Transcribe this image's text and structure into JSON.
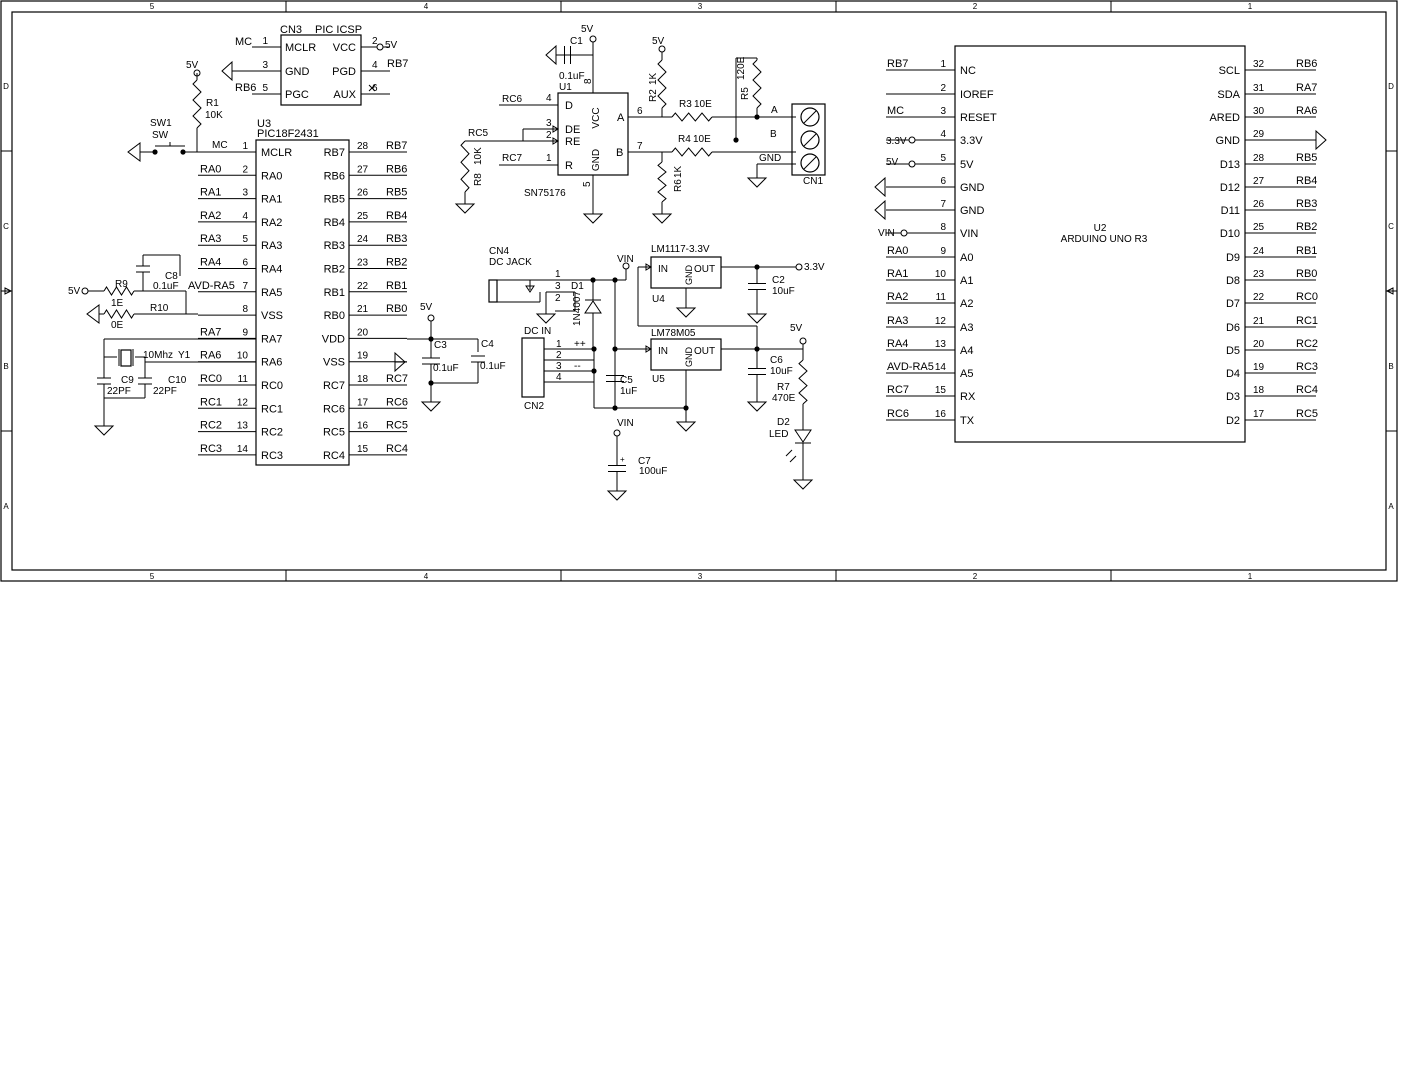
{
  "frame": {
    "columns_top": [
      "5",
      "4",
      "3",
      "2",
      "1"
    ],
    "columns_bottom": [
      "5",
      "4",
      "3",
      "2",
      "1"
    ],
    "rows_left": [
      "D",
      "C",
      "B",
      "A"
    ],
    "rows_right": [
      "D",
      "C",
      "B",
      "A"
    ]
  },
  "cn3": {
    "ref": "CN3",
    "value": "PIC ICSP",
    "pins_left": [
      {
        "num": "1",
        "name": "MCLR",
        "net": "MC"
      },
      {
        "num": "3",
        "name": "GND",
        "net": ""
      },
      {
        "num": "5",
        "name": "PGC",
        "net": "RB6"
      }
    ],
    "pins_right": [
      {
        "num": "2",
        "name": "VCC",
        "net": "5V"
      },
      {
        "num": "4",
        "name": "PGD",
        "net": "RB7"
      },
      {
        "num": "6",
        "name": "AUX",
        "net": ""
      }
    ]
  },
  "u3": {
    "ref": "U3",
    "value": "PIC18F2431",
    "pins_left": [
      {
        "num": "1",
        "name": "MCLR",
        "net": "MC"
      },
      {
        "num": "2",
        "name": "RA0",
        "net": "RA0"
      },
      {
        "num": "3",
        "name": "RA1",
        "net": "RA1"
      },
      {
        "num": "4",
        "name": "RA2",
        "net": "RA2"
      },
      {
        "num": "5",
        "name": "RA3",
        "net": "RA3"
      },
      {
        "num": "6",
        "name": "RA4",
        "net": "RA4"
      },
      {
        "num": "7",
        "name": "RA5",
        "net": "AVD-RA5"
      },
      {
        "num": "8",
        "name": "VSS",
        "net": ""
      },
      {
        "num": "9",
        "name": "RA7",
        "net": "RA7"
      },
      {
        "num": "10",
        "name": "RA6",
        "net": "RA6"
      },
      {
        "num": "11",
        "name": "RC0",
        "net": "RC0"
      },
      {
        "num": "12",
        "name": "RC1",
        "net": "RC1"
      },
      {
        "num": "13",
        "name": "RC2",
        "net": "RC2"
      },
      {
        "num": "14",
        "name": "RC3",
        "net": "RC3"
      }
    ],
    "pins_right": [
      {
        "num": "28",
        "name": "RB7",
        "net": "RB7"
      },
      {
        "num": "27",
        "name": "RB6",
        "net": "RB6"
      },
      {
        "num": "26",
        "name": "RB5",
        "net": "RB5"
      },
      {
        "num": "25",
        "name": "RB4",
        "net": "RB4"
      },
      {
        "num": "24",
        "name": "RB3",
        "net": "RB3"
      },
      {
        "num": "23",
        "name": "RB2",
        "net": "RB2"
      },
      {
        "num": "22",
        "name": "RB1",
        "net": "RB1"
      },
      {
        "num": "21",
        "name": "RB0",
        "net": "RB0"
      },
      {
        "num": "20",
        "name": "VDD",
        "net": ""
      },
      {
        "num": "19",
        "name": "VSS",
        "net": ""
      },
      {
        "num": "18",
        "name": "RC7",
        "net": "RC7"
      },
      {
        "num": "17",
        "name": "RC6",
        "net": "RC6"
      },
      {
        "num": "16",
        "name": "RC5",
        "net": "RC5"
      },
      {
        "num": "15",
        "name": "RC4",
        "net": "RC4"
      }
    ]
  },
  "u1": {
    "ref": "U1",
    "value": "SN75176",
    "pin_d": "D",
    "pin_de": "DE",
    "pin_re": "RE",
    "pin_r": "R",
    "pin_vcc": "VCC",
    "pin_gnd": "GND",
    "pin_a": "A",
    "pin_b": "B",
    "num_d": "4",
    "num_de": "3",
    "num_re": "2",
    "num_r": "1",
    "num_a": "6",
    "num_b": "7",
    "num_vcc": "8",
    "num_gnd": "5",
    "net_d": "RC6",
    "net_de": "RC5",
    "net_r": "RC7"
  },
  "u2": {
    "ref": "U2",
    "value": "ARDUINO UNO R3",
    "pins_left": [
      {
        "num": "1",
        "name": "NC",
        "net": "RB7"
      },
      {
        "num": "2",
        "name": "IOREF",
        "net": ""
      },
      {
        "num": "3",
        "name": "RESET",
        "net": "MC"
      },
      {
        "num": "4",
        "name": "3.3V",
        "net": "3.3V"
      },
      {
        "num": "5",
        "name": "5V",
        "net": "5V"
      },
      {
        "num": "6",
        "name": "GND",
        "net": ""
      },
      {
        "num": "7",
        "name": "GND",
        "net": ""
      },
      {
        "num": "8",
        "name": "VIN",
        "net": "VIN"
      },
      {
        "num": "9",
        "name": "A0",
        "net": "RA0"
      },
      {
        "num": "10",
        "name": "A1",
        "net": "RA1"
      },
      {
        "num": "11",
        "name": "A2",
        "net": "RA2"
      },
      {
        "num": "12",
        "name": "A3",
        "net": "RA3"
      },
      {
        "num": "13",
        "name": "A4",
        "net": "RA4"
      },
      {
        "num": "14",
        "name": "A5",
        "net": "AVD-RA5"
      },
      {
        "num": "15",
        "name": "RX",
        "net": "RC7"
      },
      {
        "num": "16",
        "name": "TX",
        "net": "RC6"
      }
    ],
    "pins_right": [
      {
        "num": "32",
        "name": "SCL",
        "net": "RB6"
      },
      {
        "num": "31",
        "name": "SDA",
        "net": "RA7"
      },
      {
        "num": "30",
        "name": "ARED",
        "net": "RA6"
      },
      {
        "num": "29",
        "name": "GND",
        "net": ""
      },
      {
        "num": "28",
        "name": "D13",
        "net": "RB5"
      },
      {
        "num": "27",
        "name": "D12",
        "net": "RB4"
      },
      {
        "num": "26",
        "name": "D11",
        "net": "RB3"
      },
      {
        "num": "25",
        "name": "D10",
        "net": "RB2"
      },
      {
        "num": "24",
        "name": "D9",
        "net": "RB1"
      },
      {
        "num": "23",
        "name": "D8",
        "net": "RB0"
      },
      {
        "num": "22",
        "name": "D7",
        "net": "RC0"
      },
      {
        "num": "21",
        "name": "D6",
        "net": "RC1"
      },
      {
        "num": "20",
        "name": "D5",
        "net": "RC2"
      },
      {
        "num": "19",
        "name": "D4",
        "net": "RC3"
      },
      {
        "num": "18",
        "name": "D3",
        "net": "RC4"
      },
      {
        "num": "17",
        "name": "D2",
        "net": "RC5"
      }
    ]
  },
  "sw1": {
    "ref": "SW1",
    "value": "SW",
    "net": "MC"
  },
  "r1": {
    "ref": "R1",
    "value": "10K"
  },
  "r2": {
    "ref": "R2",
    "value": "1K"
  },
  "r3": {
    "ref": "R3",
    "value": "10E"
  },
  "r4": {
    "ref": "R4",
    "value": "10E"
  },
  "r5": {
    "ref": "R5",
    "value": "120E"
  },
  "r6": {
    "ref": "R6",
    "value": "1K"
  },
  "r7": {
    "ref": "R7",
    "value": "470E"
  },
  "r8": {
    "ref": "R8",
    "value": "10K"
  },
  "r9": {
    "ref": "R9",
    "value": "1E"
  },
  "r10": {
    "ref": "R10",
    "value": "0E"
  },
  "c1": {
    "ref": "C1",
    "value": "0.1uF"
  },
  "c2": {
    "ref": "C2",
    "value": "10uF"
  },
  "c3": {
    "ref": "C3",
    "value": "0.1uF"
  },
  "c4": {
    "ref": "C4",
    "value": "0.1uF"
  },
  "c5": {
    "ref": "C5",
    "value": "1uF"
  },
  "c6": {
    "ref": "C6",
    "value": "10uF"
  },
  "c7": {
    "ref": "C7",
    "value": "100uF"
  },
  "c8": {
    "ref": "C8",
    "value": "0.1uF"
  },
  "c9": {
    "ref": "C9",
    "value": "22PF"
  },
  "c10": {
    "ref": "C10",
    "value": "22PF"
  },
  "y1": {
    "ref": "Y1",
    "value": "10Mhz"
  },
  "d1": {
    "ref": "D1",
    "value": "1N4007"
  },
  "d2": {
    "ref": "D2",
    "value": "LED"
  },
  "u4": {
    "ref": "U4",
    "value": "LM1117-3.3V",
    "pin_in": "IN",
    "pin_gnd": "GND",
    "pin_out": "OUT"
  },
  "u5": {
    "ref": "U5",
    "value": "LM78M05",
    "pin_in": "IN",
    "pin_gnd": "GND",
    "pin_out": "OUT"
  },
  "cn1": {
    "ref": "CN1",
    "pins": [
      "A",
      "B",
      "GND"
    ]
  },
  "cn2": {
    "ref": "CN2",
    "title": "DC IN",
    "pins": [
      "1",
      "2",
      "3",
      "4"
    ],
    "marks": [
      "++",
      "--"
    ]
  },
  "cn4": {
    "ref": "CN4",
    "value": "DC JACK",
    "pins": [
      "1",
      "3",
      "2"
    ]
  },
  "nets": {
    "v5": "5V",
    "v33": "3.3V",
    "vin": "VIN",
    "gnd": "GND"
  }
}
